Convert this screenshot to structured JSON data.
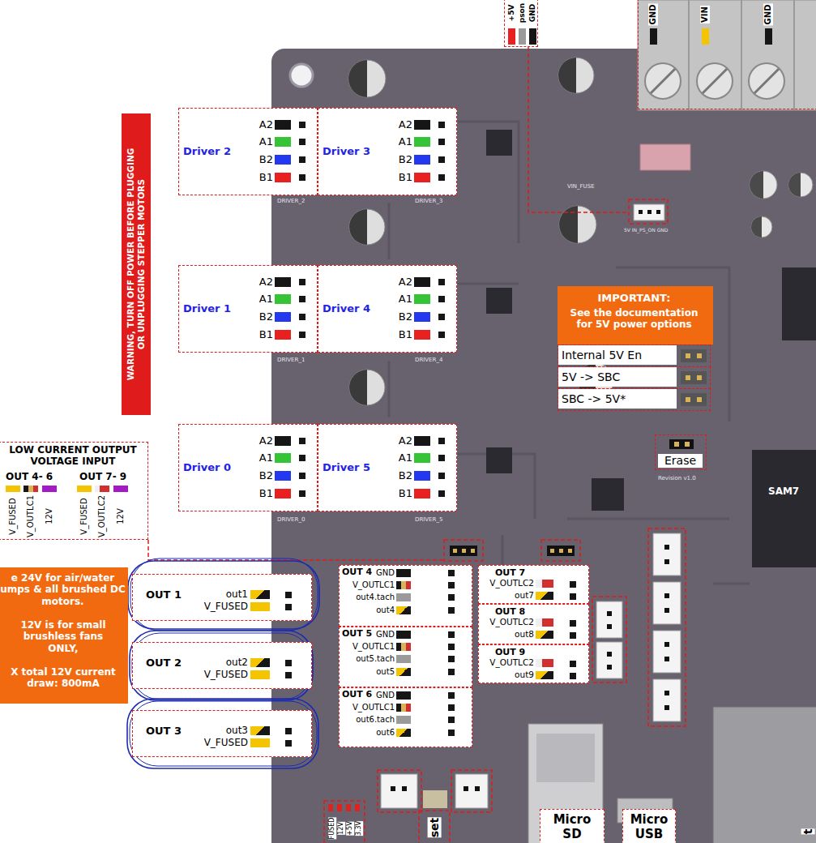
{
  "diagram": {
    "nodes": [
      {
        "text": [
          "+5V",
          "pson",
          "GND"
        ]
      },
      {
        "text": [
          "GND",
          "VIN",
          "GND"
        ]
      },
      {
        "text": [
          "Driver 2",
          "A2",
          "A1",
          "B2",
          "B1"
        ]
      },
      {
        "text": [
          "Driver 3",
          "A2",
          "A1",
          "B2",
          "B1"
        ]
      },
      {
        "text": [
          "WARNING, TURN OFF POWER BEFORE PLUGGING OR UNPLUGGING STEPPER MOTORS"
        ]
      },
      {
        "text": [
          "Driver 1",
          "A2",
          "A1",
          "B2",
          "B1"
        ]
      },
      {
        "text": [
          "Driver 4",
          "A2",
          "A1",
          "B2",
          "B1"
        ]
      },
      {
        "text": [
          "IMPORTANT:",
          "See the documentation for 5V power options"
        ]
      },
      {
        "text": [
          "Internal 5V En"
        ]
      },
      {
        "text": [
          "5V -> SBC"
        ]
      },
      {
        "text": [
          "SBC -> 5V*"
        ]
      },
      {
        "text": [
          "Driver 0",
          "A2",
          "A1",
          "B2",
          "B1"
        ]
      },
      {
        "text": [
          "Driver 5",
          "A2",
          "A1",
          "B2",
          "B1"
        ]
      },
      {
        "text": [
          "Erase"
        ]
      },
      {
        "text": [
          "SAM7"
        ]
      },
      {
        "text": [
          "LOW CURRENT OUTPUT VOLTAGE INPUT",
          "OUT 4- 6",
          "V_FUSED",
          "V_OUTLC1",
          "12V",
          "OUT 7- 9",
          "V_FUSED",
          "V_OUTLC2",
          "12V"
        ]
      },
      {
        "text": [
          "e 24V for air/water umps & all brushed DC motors.",
          "12V is for small brushless fans ONLY,",
          "X total 12V current draw: 800mA"
        ]
      },
      {
        "text": [
          "OUT 1",
          "out1",
          "V_FUSED"
        ]
      },
      {
        "text": [
          "OUT 4",
          "GND",
          "V_OUTLC1",
          "out4.tach",
          "out4"
        ]
      },
      {
        "text": [
          "OUT 7",
          "V_OUTLC2",
          "out7"
        ]
      },
      {
        "text": [
          "OUT 5",
          "GND",
          "V_OUTLC1",
          "out5.tach",
          "out5"
        ]
      },
      {
        "text": [
          "OUT 8",
          "V_OUTLC2",
          "out8"
        ]
      },
      {
        "text": [
          "OUT 2",
          "out2",
          "V_FUSED"
        ]
      },
      {
        "text": [
          "OUT 9",
          "V_OUTLC2",
          "out9"
        ]
      },
      {
        "text": [
          "OUT 6",
          "GND",
          "V_OUTLC1",
          "out6.tach",
          "out6"
        ]
      },
      {
        "text": [
          "OUT 3",
          "out3",
          "V_FUSED"
        ]
      },
      {
        "text": [
          "Micro SD"
        ]
      },
      {
        "text": [
          "Micro USB"
        ]
      }
    ],
    "labels": [
      "DRIVER_2",
      "DRIVER_3",
      "DRIVER_1",
      "DRIVER_4",
      "DRIVER_0",
      "DRIVER_5",
      "VIN_FUSE",
      "5V IN_PS_ON GND",
      "Revision v1.0",
      "FUSED",
      "12V",
      "+5V",
      "3.3V",
      "set",
      "t"
    ]
  }
}
